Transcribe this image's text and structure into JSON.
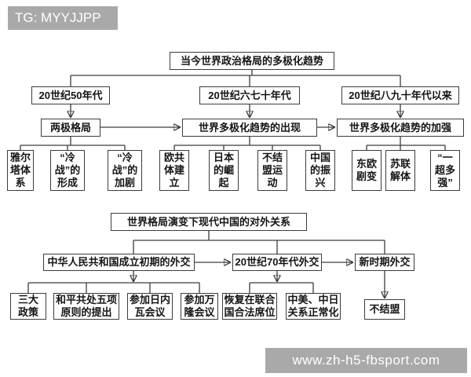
{
  "badge": {
    "text": "TG: MYYJJPP"
  },
  "watermark": {
    "text": "www.zh-h5-fbsport.com"
  },
  "diagram1": {
    "title": "当今世界政治格局的多极化趋势",
    "periods": [
      {
        "label": "20世纪50年代"
      },
      {
        "label": "20世纪六七十年代"
      },
      {
        "label": "20世纪八九十年代以来"
      }
    ],
    "patterns": [
      {
        "label": "两极格局"
      },
      {
        "label": "世界多极化趋势的出现"
      },
      {
        "label": "世界多极化趋势的加强"
      }
    ],
    "leaves_bipolar": [
      {
        "label": "雅尔\n塔体\n系"
      },
      {
        "label": "“冷\n战”的\n形成"
      },
      {
        "label": "“冷\n战”的\n加剧"
      }
    ],
    "leaves_emergence": [
      {
        "label": "欧共\n体建\n立"
      },
      {
        "label": "日本\n的崛\n起"
      },
      {
        "label": "不结\n盟运\n动"
      },
      {
        "label": "中国\n的振\n兴"
      }
    ],
    "leaves_strengthen": [
      {
        "label": "东欧\n剧变"
      },
      {
        "label": "苏联\n解体"
      },
      {
        "label": "“一\n超多\n强”"
      }
    ]
  },
  "diagram2": {
    "title": "世界格局演变下现代中国的对外关系",
    "stages": [
      {
        "label": "中华人民共和国成立初期的外交"
      },
      {
        "label": "20世纪70年代外交"
      },
      {
        "label": "新时期外交"
      }
    ],
    "leaves_early": [
      {
        "label": "三大\n政策"
      },
      {
        "label": "和平共处五项\n原则的提出"
      },
      {
        "label": "参加日内\n瓦会议"
      },
      {
        "label": "参加万\n隆会议"
      }
    ],
    "leaves_1970s": [
      {
        "label": "恢复在联合\n国合法席位"
      },
      {
        "label": "中美、中日\n关系正常化"
      }
    ],
    "leaves_new_era": [
      {
        "label": "不结盟"
      }
    ]
  },
  "colors": {
    "box_border": "#3c3c3c",
    "banner_bg": "#a9a9a9",
    "banner_text": "#ffffff"
  }
}
